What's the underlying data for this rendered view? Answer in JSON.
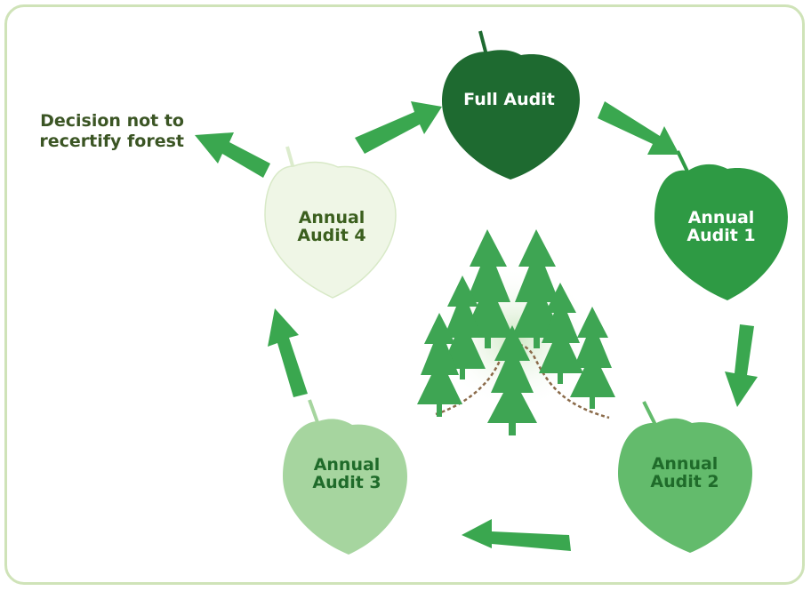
{
  "nodes": {
    "full_audit": {
      "label": "Full Audit",
      "color": "#1e6a30",
      "text_color": "#ffffff"
    },
    "annual_1": {
      "label": "Annual\nAudit 1",
      "color": "#2e9a44",
      "text_color": "#ffffff"
    },
    "annual_2": {
      "label": "Annual\nAudit 2",
      "color": "#63bb6c",
      "text_color": "#1f6b2a"
    },
    "annual_3": {
      "label": "Annual\nAudit 3",
      "color": "#a6d59f",
      "text_color": "#1f6b2a"
    },
    "annual_4": {
      "label": "Annual\nAudit 4",
      "color": "#eff6e6",
      "text_color": "#3b5f1e"
    }
  },
  "decision": {
    "line1": "Decision not to",
    "line2": "recertify forest"
  },
  "colors": {
    "arrow": "#3aa74f",
    "border": "#cfe3b8",
    "tree": "#3ea553",
    "path": "#8b6b4a"
  }
}
